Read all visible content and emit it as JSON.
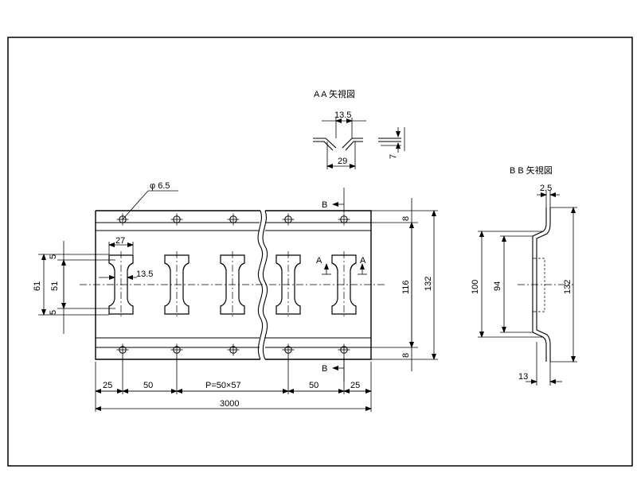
{
  "views": {
    "aa_title": "A A 矢視図",
    "bb_title": "B B 矢視図"
  },
  "labels": {
    "phi": "φ 6.5",
    "section_a": "A",
    "section_b": "B"
  },
  "aa_dims": {
    "top": "13.5",
    "bottom": "29",
    "height": "7"
  },
  "bb_dims": {
    "top": "2.5",
    "h100": "100",
    "h94": "94",
    "h132": "132",
    "bottom": "13"
  },
  "front_dims": {
    "slot_width": "27",
    "slot_inner": "13.5",
    "left_top": "5",
    "left_mid": "51",
    "left_bottom": "5",
    "left_total": "61",
    "right_top": "8",
    "right_bottom": "8",
    "right_inner": "116",
    "right_total": "132",
    "b25_left": "25",
    "b50_left": "50",
    "pitch": "P=50×57",
    "b50_right": "50",
    "b25_right": "25",
    "overall": "3000"
  }
}
